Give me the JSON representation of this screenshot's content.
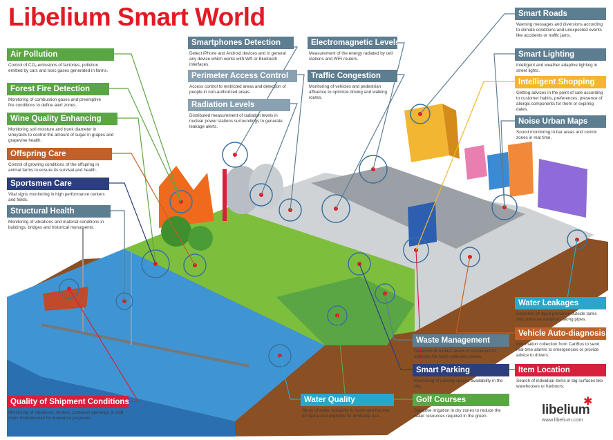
{
  "title": "Libelium Smart World",
  "colors": {
    "title_red": "#e01b24",
    "green": "#5aa645",
    "orange": "#e07a1f",
    "navy": "#2c3f7c",
    "slate": "#5d7d91",
    "brown": "#c0602a",
    "crimson": "#d6203c",
    "teal": "#2aa6c9",
    "sea": "#2d7fc2",
    "grass": "#7dbf3c",
    "soil": "#8a4f23"
  },
  "cards": {
    "air_pollution": {
      "title": "Air Pollution",
      "desc": "Control of CO₂ emissions of factories, pollution emitted by cars and toxic gases generated in farms."
    },
    "forest_fire": {
      "title": "Forest Fire Detection",
      "desc": "Monitoring of combustion gases and preemptive fire conditions to define alert zones."
    },
    "wine_quality": {
      "title": "Wine Quality Enhancing",
      "desc": "Monitoring soil moisture and trunk diameter in vineyards to control the amount of sugar in grapes and grapevine health."
    },
    "offspring_care": {
      "title": "Offspring Care",
      "desc": "Control of growing conditions of the offspring in animal farms to ensure its survival and health."
    },
    "sportsmen_care": {
      "title": "Sportsmen Care",
      "desc": "Vital signs monitoring in high performance centers and fields."
    },
    "structural_health": {
      "title": "Structural Health",
      "desc": "Monitoring of vibrations and material conditions in buildings, bridges and historical monuments."
    },
    "smartphones": {
      "title": "Smartphones Detection",
      "desc": "Detect iPhone and Android devices and in general any device which works with Wifi or Bluetooth interfaces."
    },
    "perimeter": {
      "title": "Perimeter Access Control",
      "desc": "Access control to restricted areas and detection of people in non-authorized areas."
    },
    "radiation": {
      "title": "Radiation Levels",
      "desc": "Distributed measurement of radiation levels in nuclear power stations surroundings to generate leakage alerts."
    },
    "electromagnetic": {
      "title": "Electromagnetic Levels",
      "desc": "Measurement of the energy radiated by cell stations and WiFi routers."
    },
    "traffic": {
      "title": "Traffic Congestion",
      "desc": "Monitoring of vehicles and pedestrian affluence to optimize driving and walking routes."
    },
    "smart_roads": {
      "title": "Smart Roads",
      "desc": "Warning messages and diversions according to climate conditions and unexpected events like accidents or traffic jams."
    },
    "smart_lighting": {
      "title": "Smart Lighting",
      "desc": "Intelligent and weather adaptive lighting in street lights."
    },
    "intelligent_shopping": {
      "title": "Intelligent Shopping",
      "desc": "Getting advices in the point of sale according to customer habits, preferences, presence of allergic components for them or expiring dates."
    },
    "noise": {
      "title": "Noise Urban Maps",
      "desc": "Sound monitoring in bar areas and centric zones in real time."
    },
    "water_leakages": {
      "title": "Water Leakages",
      "desc": "Detection of liquid presence outside tanks and pressure variations along pipes."
    },
    "vehicle_auto": {
      "title": "Vehicle Auto-diagnosis",
      "desc": "Information collection from CanBus to send real time alarms to emergencies or provide advice to drivers."
    },
    "item_location": {
      "title": "Item Location",
      "desc": "Search of individual items in big surfaces like warehouses or harbours."
    },
    "waste": {
      "title": "Waste Management",
      "desc": "Detection of rubbish levels in containers to optimize the trash collection routes."
    },
    "smart_parking": {
      "title": "Smart Parking",
      "desc": "Monitoring of parking spaces availability in the city."
    },
    "golf": {
      "title": "Golf Courses",
      "desc": "Selective irrigation in dry zones to reduce the water resources required in the green."
    },
    "water_quality": {
      "title": "Water Quality",
      "desc": "Study of water suitability in rivers and the sea for fauna and eligibility for drinkable use."
    },
    "shipment": {
      "title": "Quality of Shipment Conditions",
      "desc": "Monitoring of vibrations, strokes, container openings or cold chain maintenance for insurance purposes."
    }
  },
  "logo": {
    "name": "libelium",
    "url": "www.libelium.com"
  }
}
